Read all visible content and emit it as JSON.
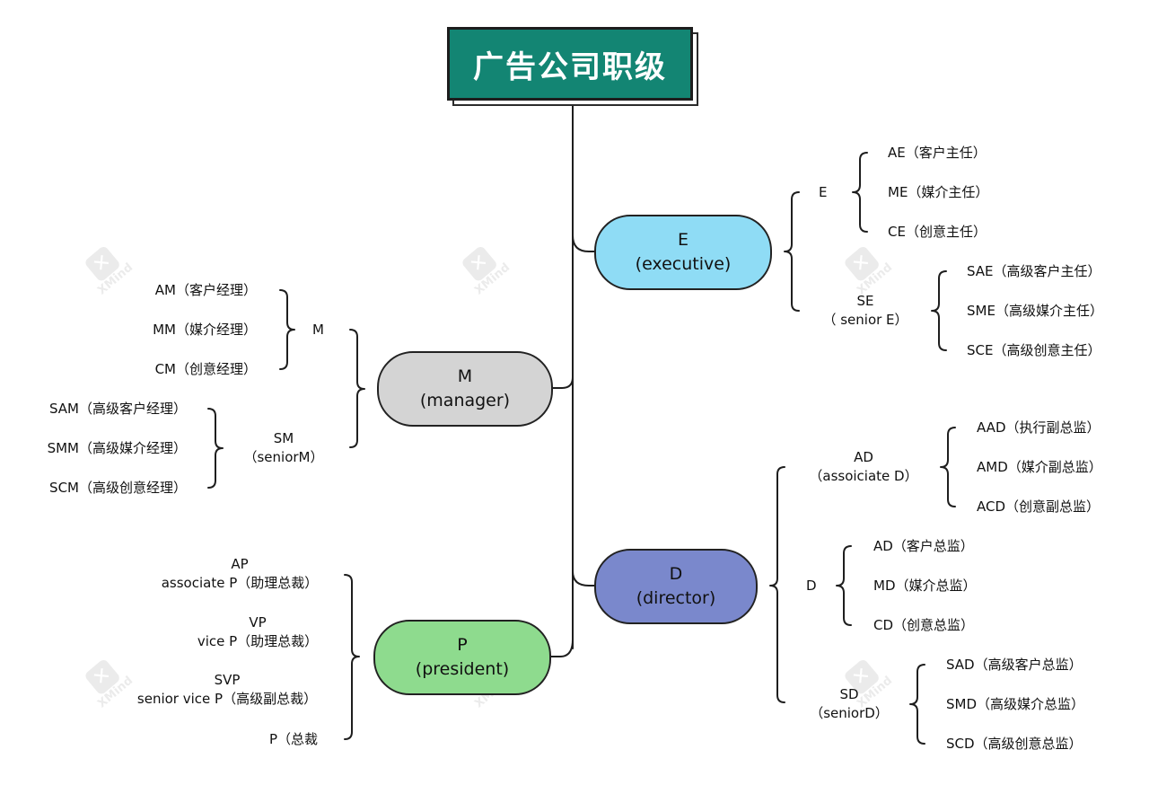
{
  "title": "广告公司职级",
  "watermark": {
    "text": "XMind"
  },
  "branches": {
    "executive": {
      "short": "E",
      "full": "(executive)",
      "color": "#8fdcf5",
      "groups": [
        {
          "line1": "E",
          "line2": "",
          "items": [
            "AE（客户主任）",
            "ME（媒介主任）",
            "CE（创意主任）"
          ]
        },
        {
          "line1": "SE",
          "line2": "（ senior E）",
          "items": [
            "SAE（高级客户主任）",
            "SME（高级媒介主任）",
            "SCE（高级创意主任）"
          ]
        }
      ]
    },
    "manager": {
      "short": "M",
      "full": "(manager)",
      "color": "#d4d4d4",
      "groups": [
        {
          "line1": "M",
          "line2": "",
          "items": [
            "AM（客户经理）",
            "MM（媒介经理）",
            "CM（创意经理）"
          ]
        },
        {
          "line1": "SM",
          "line2": "（seniorM）",
          "items": [
            "SAM（高级客户经理）",
            "SMM（高级媒介经理）",
            "SCM（高级创意经理）"
          ]
        }
      ]
    },
    "director": {
      "short": "D",
      "full": "(director)",
      "color": "#7a88cc",
      "groups": [
        {
          "line1": "AD",
          "line2": "（assoiciate D）",
          "items": [
            "AAD（执行副总监）",
            "AMD（媒介副总监）",
            "ACD（创意副总监）"
          ]
        },
        {
          "line1": "D",
          "line2": "",
          "items": [
            "AD（客户总监）",
            "MD（媒介总监）",
            "CD（创意总监）"
          ]
        },
        {
          "line1": "SD",
          "line2": "（seniorD）",
          "items": [
            "SAD（高级客户总监）",
            "SMD（高级媒介总监）",
            "SCD（高级创意总监）"
          ]
        }
      ]
    },
    "president": {
      "short": "P",
      "full": "(president)",
      "color": "#8edb8e",
      "items": [
        {
          "line1": "AP",
          "line2": "associate P（助理总裁）"
        },
        {
          "line1": "VP",
          "line2": "vice P（助理总裁）"
        },
        {
          "line1": "SVP",
          "line2": "senior vice P（高级副总裁）"
        },
        {
          "line1": "P（总裁",
          "line2": ""
        }
      ]
    }
  }
}
